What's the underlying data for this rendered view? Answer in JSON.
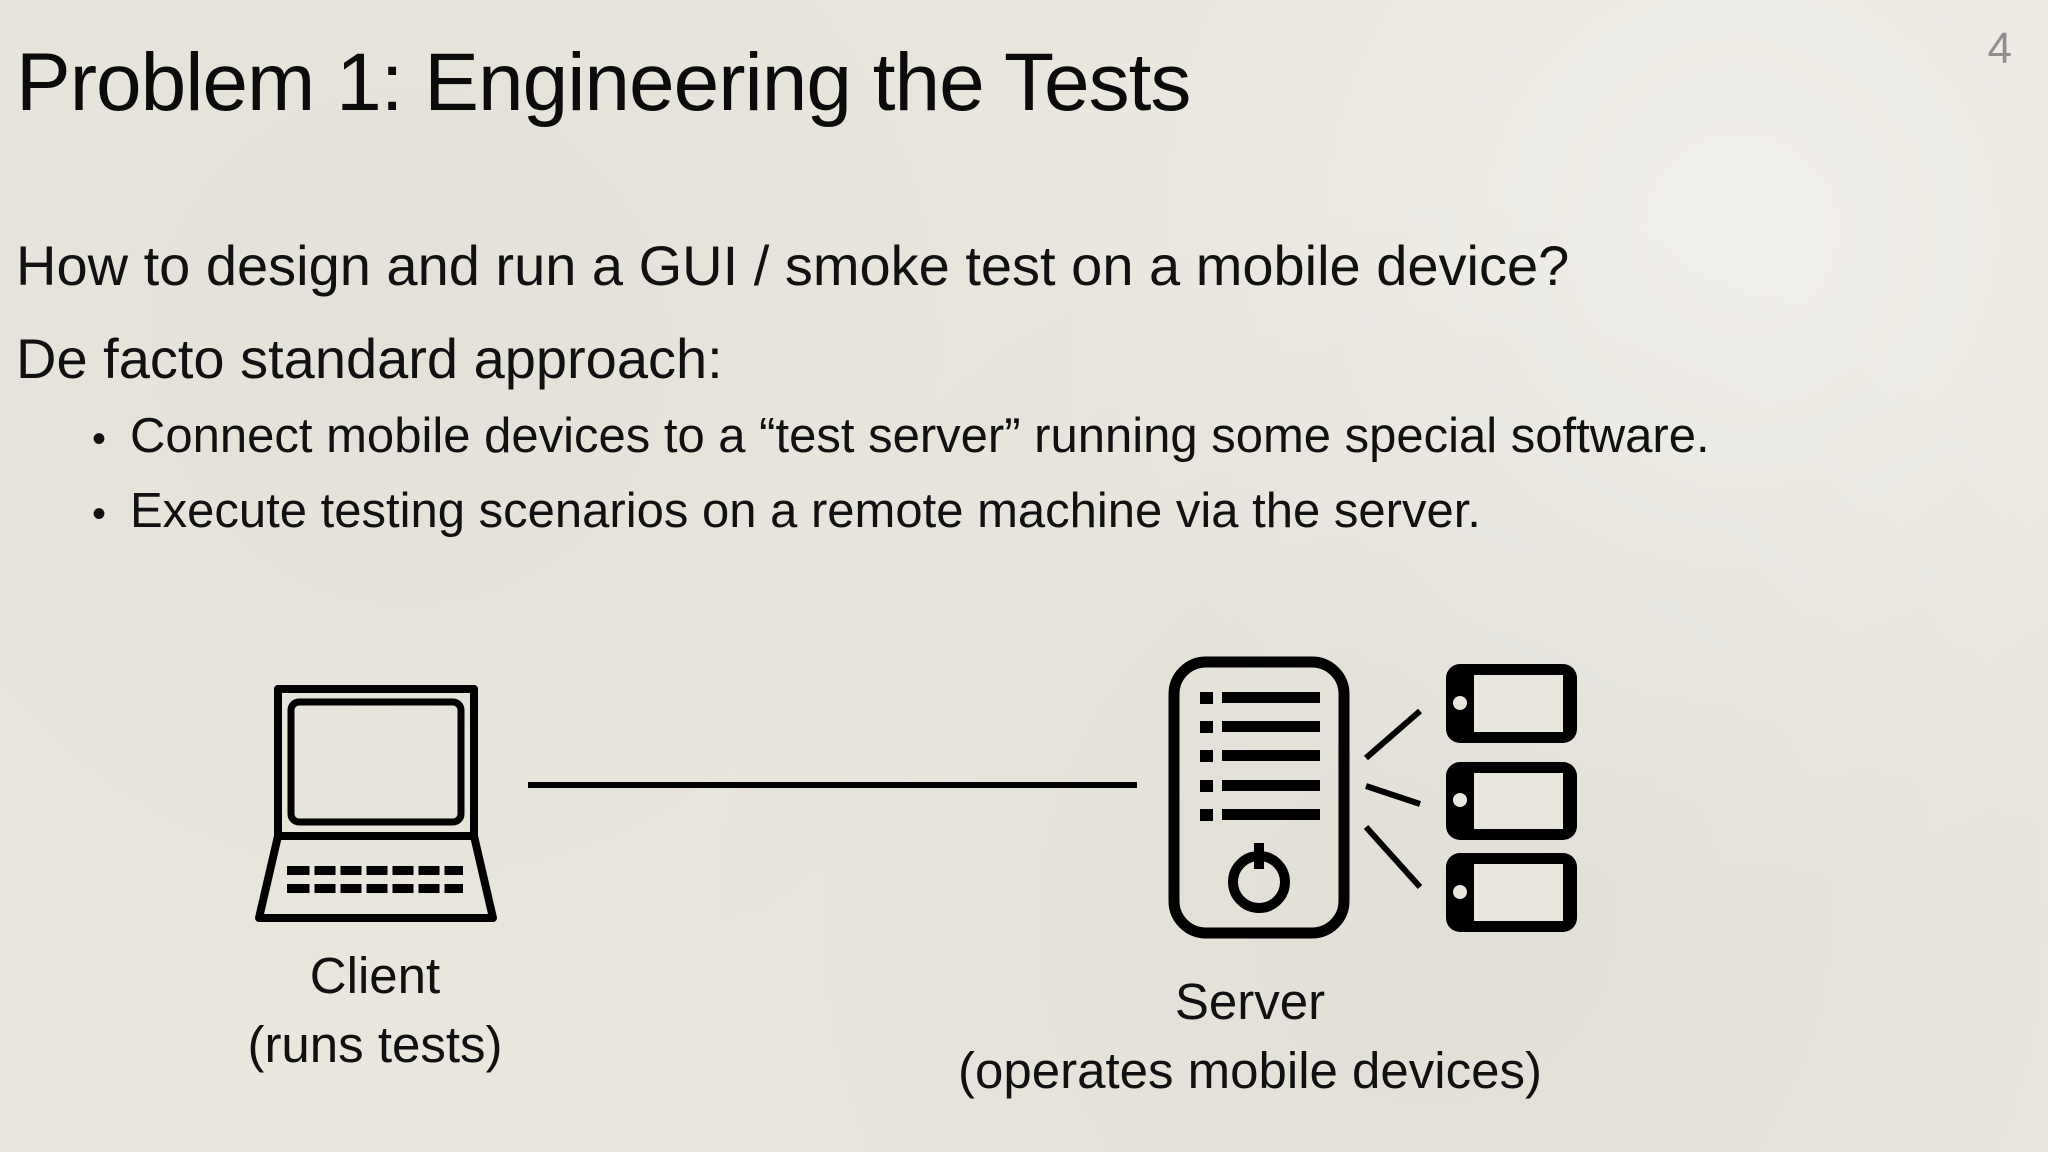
{
  "slide": {
    "number": "4",
    "title": "Problem 1: Engineering the Tests",
    "question": "How to design and run a GUI / smoke test on a mobile device?",
    "approach": "De facto standard approach:",
    "bullets": [
      "Connect mobile devices to a “test server” running some special software.",
      "Execute testing scenarios on a remote machine via the server."
    ]
  },
  "diagram": {
    "client": {
      "label": "Client",
      "sublabel": "(runs tests)",
      "icon": "laptop-icon"
    },
    "server": {
      "label": "Server",
      "sublabel": "(operates mobile devices)",
      "icon": "server-tower-icon"
    },
    "devices_icon": "smartphone-icon",
    "connection_icon": "connection-line"
  }
}
